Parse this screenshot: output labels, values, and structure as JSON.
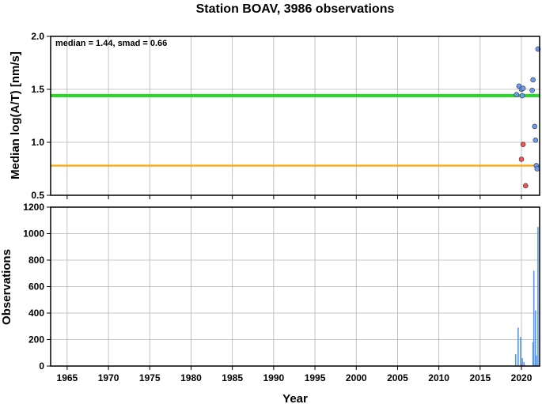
{
  "chart_data": [
    {
      "type": "scatter",
      "title": "Station BOAV, 3986 observations",
      "annotation": "median = 1.44, smad = 0.66",
      "xlabel": "",
      "ylabel": "Median log(A/T) [nm/s]",
      "xlim": [
        1963,
        2022.2
      ],
      "ylim": [
        0.5,
        2.0
      ],
      "xticks": [
        1965,
        1970,
        1975,
        1980,
        1985,
        1990,
        1995,
        2000,
        2005,
        2010,
        2015,
        2020
      ],
      "yticks": [
        0.5,
        1.0,
        1.5,
        2.0
      ],
      "ytick_labels": [
        "0.5",
        "1.0",
        "1.5",
        "2.0"
      ],
      "grid": true,
      "reference_lines": [
        {
          "y": 1.44,
          "color": "#22dd22"
        },
        {
          "y": 0.78,
          "color": "#ffa500"
        }
      ],
      "series": [
        {
          "color": "#6a9cf3",
          "points": [
            [
              2019.4,
              1.45
            ],
            [
              2019.7,
              1.53
            ],
            [
              2020.0,
              1.5
            ],
            [
              2020.2,
              1.51
            ],
            [
              2020.1,
              1.44
            ],
            [
              2021.3,
              1.49
            ],
            [
              2021.4,
              1.59
            ],
            [
              2021.6,
              1.15
            ],
            [
              2021.7,
              1.02
            ],
            [
              2021.8,
              0.78
            ],
            [
              2021.9,
              0.75
            ],
            [
              2022.0,
              1.88
            ]
          ]
        },
        {
          "color": "#ee5555",
          "points": [
            [
              2020.0,
              0.84
            ],
            [
              2020.2,
              0.98
            ],
            [
              2020.5,
              0.59
            ]
          ]
        }
      ]
    },
    {
      "type": "bar",
      "xlabel": "Year",
      "ylabel": "Observations",
      "xlim": [
        1963,
        2022.2
      ],
      "ylim": [
        0,
        1200
      ],
      "xticks": [
        1965,
        1970,
        1975,
        1980,
        1985,
        1990,
        1995,
        2000,
        2005,
        2010,
        2015,
        2020
      ],
      "yticks": [
        0,
        200,
        400,
        600,
        800,
        1000,
        1200
      ],
      "grid": true,
      "series": [
        {
          "color": "#5599ee",
          "bars": [
            [
              2019.3,
              90
            ],
            [
              2019.6,
              290
            ],
            [
              2019.9,
              220
            ],
            [
              2020.1,
              60
            ],
            [
              2020.3,
              30
            ],
            [
              2021.4,
              180
            ],
            [
              2021.5,
              720
            ],
            [
              2021.7,
              420
            ],
            [
              2021.8,
              80
            ],
            [
              2022.0,
              1050
            ]
          ]
        },
        {
          "color": "#ee5555",
          "bars": [
            [
              2020.0,
              12
            ],
            [
              2020.4,
              8
            ]
          ]
        }
      ]
    }
  ]
}
